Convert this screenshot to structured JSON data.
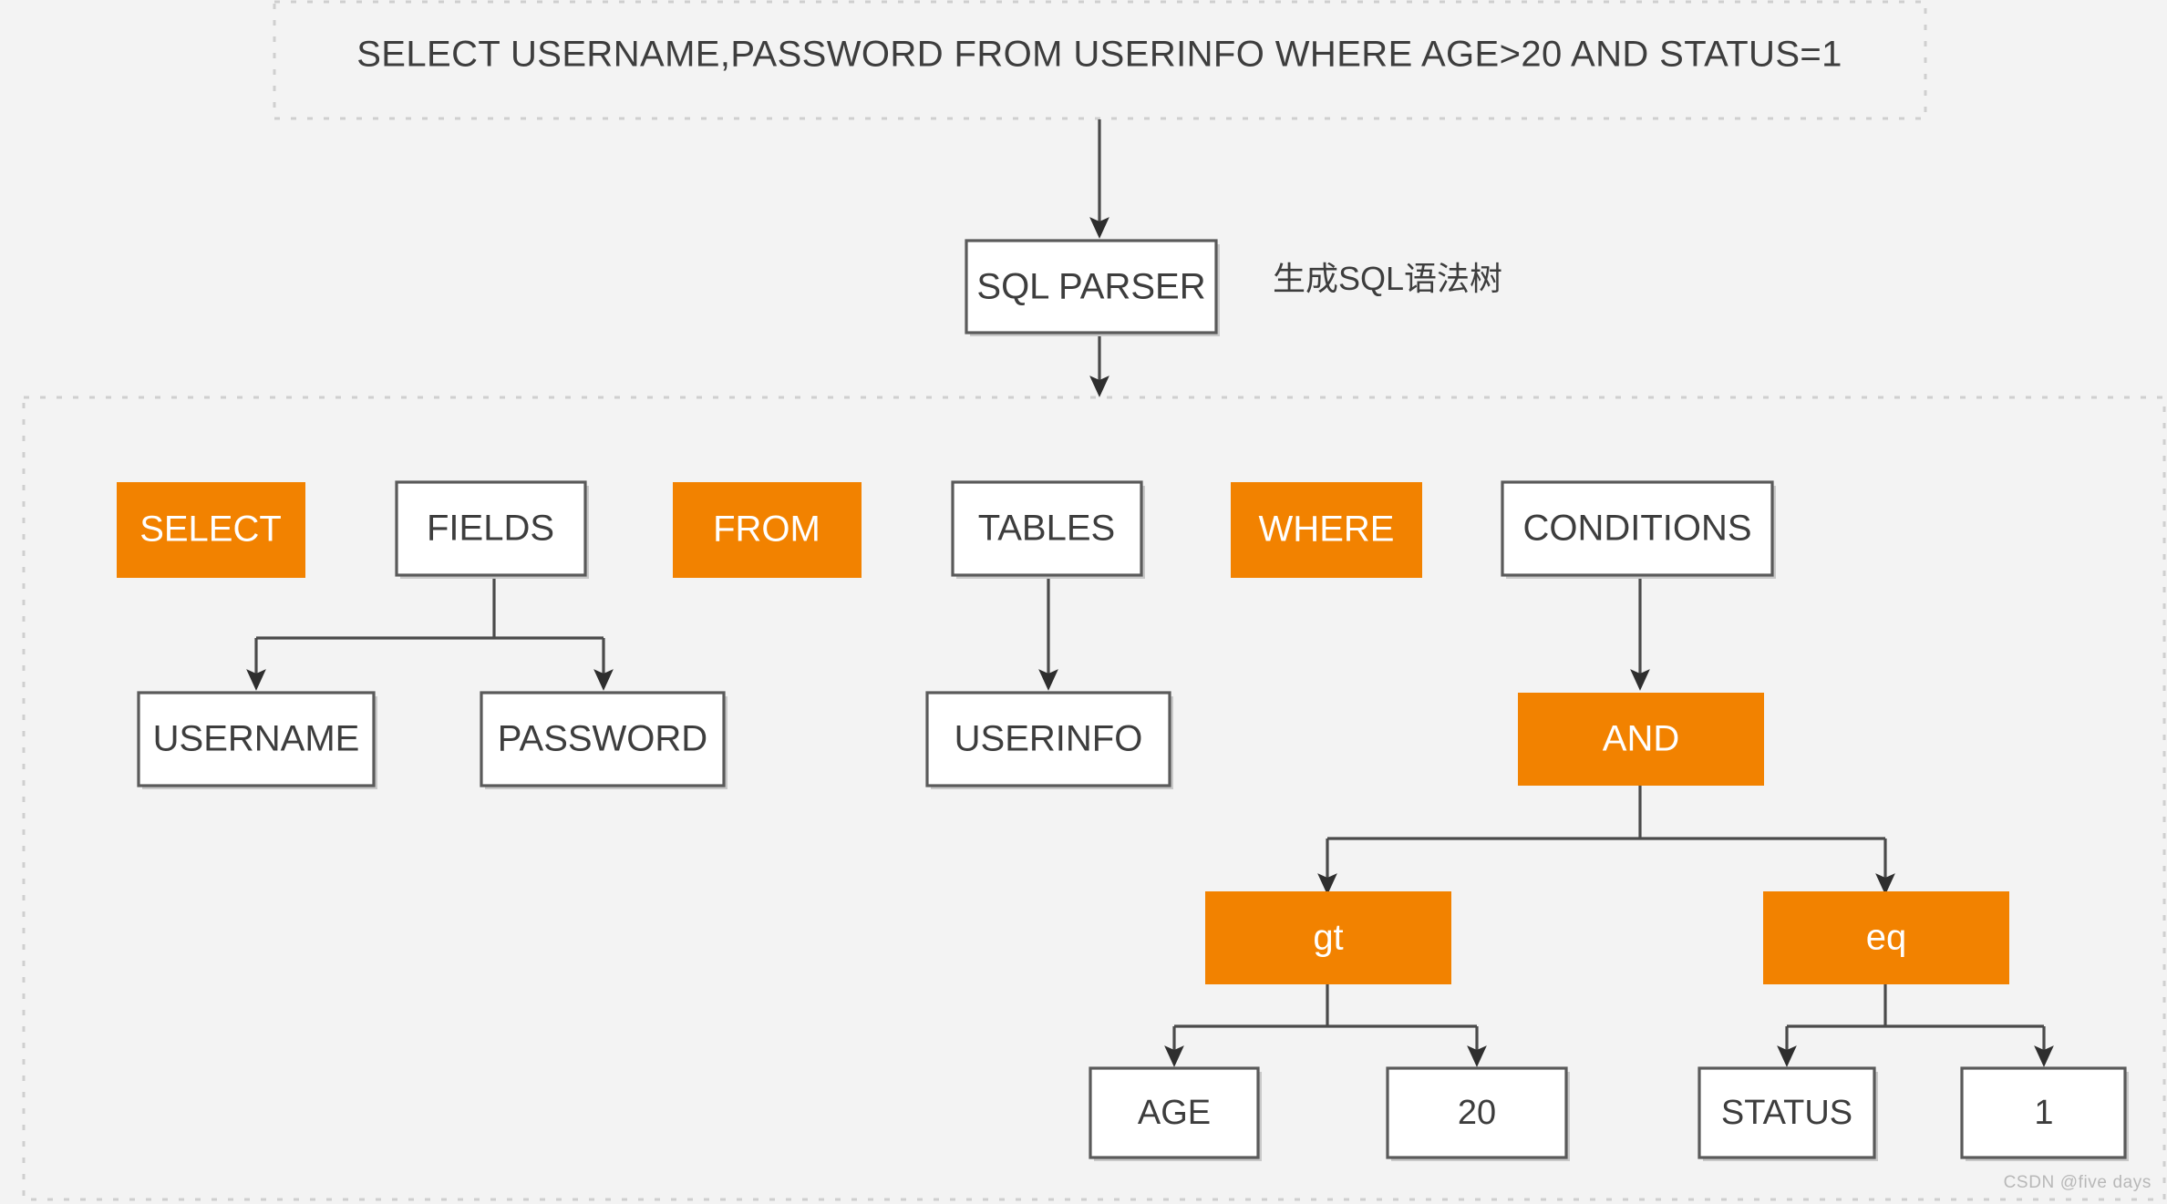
{
  "diagram": {
    "title_query": "SELECT  USERNAME,PASSWORD FROM USERINFO WHERE AGE>20 AND STATUS=1",
    "parser_node": "SQL PARSER",
    "parser_annotation": "生成SQL语法树",
    "watermark": "CSDN @five days",
    "colors": {
      "accent": "#F28200",
      "node_border": "#5A5A5A",
      "node_fill": "#FFFFFF",
      "connector": "#4A4A4A",
      "zone_border": "#CFCFCF",
      "background": "#F3F3F3",
      "label_dark": "#3D3D3D",
      "label_light": "#FFFFFF"
    },
    "keyword_row": [
      {
        "label": "SELECT",
        "style": "accent"
      },
      {
        "label": "FIELDS",
        "style": "plain"
      },
      {
        "label": "FROM",
        "style": "accent"
      },
      {
        "label": "TABLES",
        "style": "plain"
      },
      {
        "label": "WHERE",
        "style": "accent"
      },
      {
        "label": "CONDITIONS",
        "style": "plain"
      }
    ],
    "fields_children": [
      {
        "label": "USERNAME",
        "style": "plain"
      },
      {
        "label": "PASSWORD",
        "style": "plain"
      }
    ],
    "tables_children": [
      {
        "label": "USERINFO",
        "style": "plain"
      }
    ],
    "conditions_children": [
      {
        "label": "AND",
        "style": "accent"
      }
    ],
    "and_children": [
      {
        "label": "gt",
        "style": "accent"
      },
      {
        "label": "eq",
        "style": "accent"
      }
    ],
    "gt_children": [
      {
        "label": "AGE",
        "style": "plain"
      },
      {
        "label": "20",
        "style": "plain"
      }
    ],
    "eq_children": [
      {
        "label": "STATUS",
        "style": "plain"
      },
      {
        "label": "1",
        "style": "plain"
      }
    ]
  }
}
